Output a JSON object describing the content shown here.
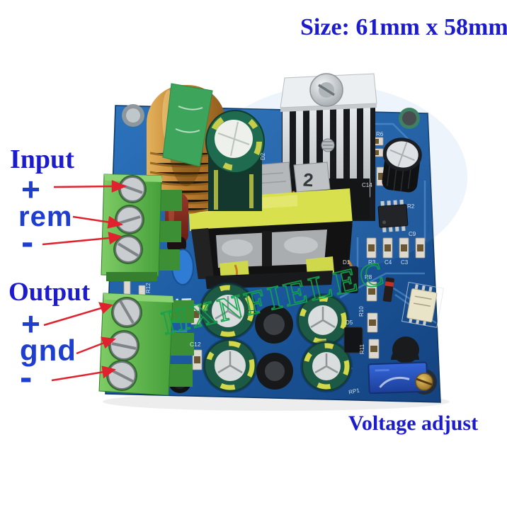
{
  "title": {
    "size_label": "Size: 61mm x 58mm"
  },
  "annotations": {
    "input": {
      "title": "Input",
      "pins": [
        "+",
        "rem",
        "-"
      ]
    },
    "output": {
      "title": "Output",
      "pins": [
        "+",
        "gnd",
        "-"
      ]
    },
    "voltage_adjust": "Voltage adjust"
  },
  "watermark": "HXNFIELEC",
  "board": {
    "silkscreen": {
      "out": "OUT",
      "r12": "R12",
      "c12": "C12",
      "c14": "C14",
      "r6": "R6",
      "d2": "D2",
      "d1": "D1",
      "d5": "D5",
      "r8": "R8",
      "r10": "R10",
      "r11": "R11",
      "r3": "R3",
      "c4": "C4",
      "c3": "C3",
      "r2": "R2",
      "c9": "C9",
      "rp1": "RP1"
    },
    "heatsink_marking": "2"
  },
  "colors": {
    "annotation_blue": "#1c1ccd",
    "pin_label_blue": "#1e3ecf",
    "arrow_red": "#e0222f",
    "board_blue": "#1e5fa6",
    "terminal_green": "#55b04b",
    "copper": "#c68a33",
    "watermark_green": "#13a24d",
    "trimmer_blue": "#2356c8"
  }
}
